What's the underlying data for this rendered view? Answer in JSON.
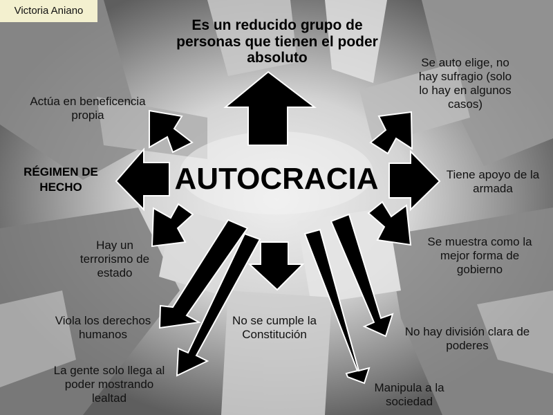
{
  "author": "Victoria Aniano",
  "title": [
    "Es un reducido grupo de",
    "personas que tienen el poder",
    "absoluto"
  ],
  "center": "AUTOCRACIA",
  "left_label": [
    "RÉGIMEN DE",
    "HECHO"
  ],
  "nodes": {
    "beneficencia": [
      "Actúa en beneficencia",
      "propia"
    ],
    "auto_elige": [
      "Se auto elige, no",
      "hay sufragio (solo",
      "lo hay en algunos",
      "casos)"
    ],
    "apoyo": [
      "Tiene apoyo de la",
      "armada"
    ],
    "forma": [
      "Se muestra como la",
      "mejor forma de",
      "gobierno"
    ],
    "terrorismo": [
      "Hay un",
      "terrorismo de",
      "estado"
    ],
    "derechos": [
      "Viola los derechos",
      "humanos"
    ],
    "constitucion": [
      "No se cumple la",
      "Constitución"
    ],
    "division": [
      "No hay división clara de",
      "poderes"
    ],
    "lealtad": [
      "La gente solo llega al",
      "poder mostrando",
      "lealtad"
    ],
    "manipula": [
      "Manipula a la",
      "sociedad"
    ]
  }
}
